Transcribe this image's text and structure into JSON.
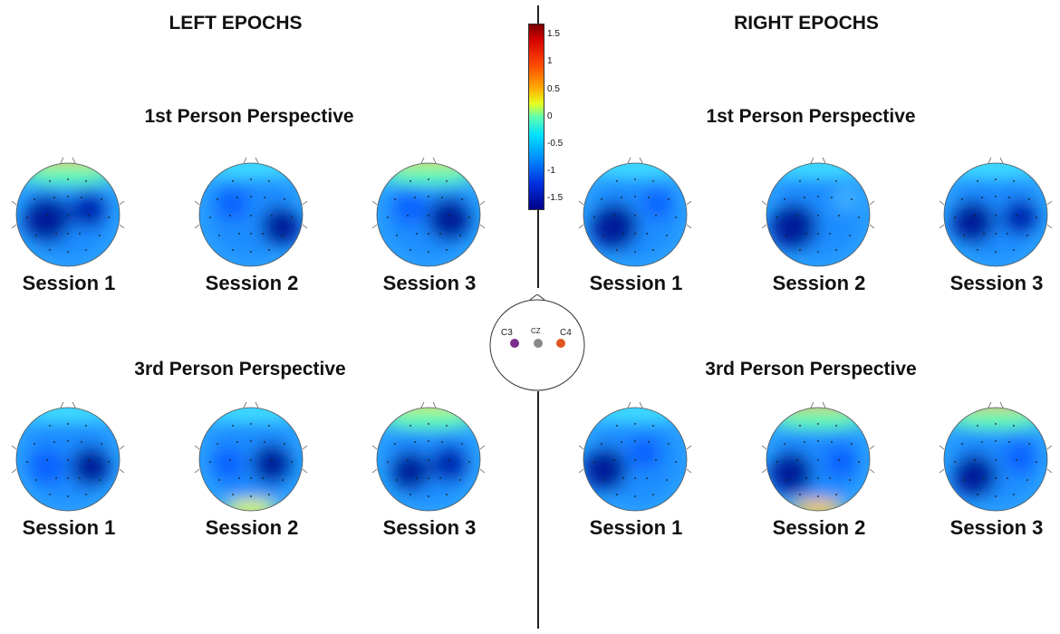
{
  "left": {
    "title": "LEFT EPOCHS",
    "first_title": "1st Person Perspective",
    "third_title": "3rd Person Perspective",
    "sessions_first": [
      "Session 1",
      "Session 2",
      "Session 3"
    ],
    "sessions_third": [
      "Session 1",
      "Session 2",
      "Session 3"
    ]
  },
  "right": {
    "title": "RIGHT EPOCHS",
    "first_title": "1st Person Perspective",
    "third_title": "3rd Person Perspective",
    "sessions_first": [
      "Session 1",
      "Session 2",
      "Session 3"
    ],
    "sessions_third": [
      "Session 1",
      "Session 2",
      "Session 3"
    ]
  },
  "colorbar": {
    "ticks": [
      "1.5",
      "1",
      "0.5",
      "0",
      "-0.5",
      "-1",
      "-1.5"
    ],
    "colors": {
      "max": "#7a0000",
      "mid": "#60ffb0",
      "min": "#00008a"
    }
  },
  "electrodes": {
    "c3": {
      "label": "C3",
      "color": "#7b2d8e"
    },
    "cz": {
      "label": "CZ",
      "color": "#8a8a8a"
    },
    "c4": {
      "label": "C4",
      "color": "#e0561f"
    }
  }
}
